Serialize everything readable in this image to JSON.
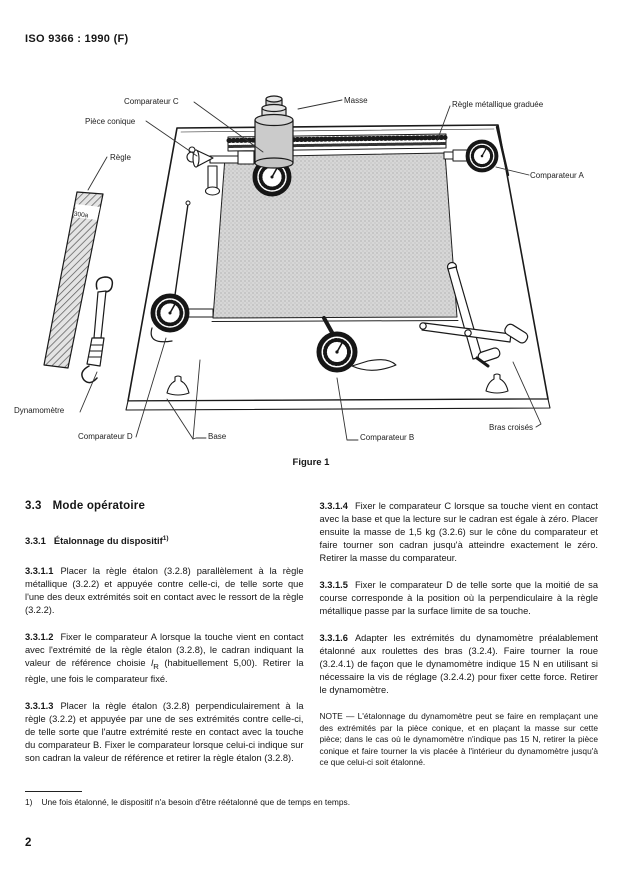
{
  "page": {
    "header": "ISO 9366 : 1990 (F)",
    "page_number": "2"
  },
  "figure": {
    "caption": "Figure 1",
    "ruler_marking": "300a",
    "labels": {
      "comparateur_c": "Comparateur C",
      "masse": "Masse",
      "regle_metallique_graduee": "Règle métallique graduée",
      "piece_conique": "Pièce conique",
      "regle": "Règle",
      "comparateur_a": "Comparateur A",
      "dynamometre": "Dynamomètre",
      "comparateur_d": "Comparateur D",
      "base": "Base",
      "comparateur_b": "Comparateur B",
      "bras_croises": "Bras croisés"
    }
  },
  "content": {
    "section_33": {
      "num": "3.3",
      "title": "Mode opératoire"
    },
    "section_331": {
      "num": "3.3.1",
      "title": "Étalonnage du dispositif",
      "footnote_ref": "1)"
    },
    "paragraphs": [
      {
        "num": "3.3.1.1",
        "text": "Placer la règle étalon (3.2.8) parallèlement à la règle métallique (3.2.2) et appuyée contre celle-ci, de telle sorte que l'une des deux extrémités soit en contact avec le ressort de la règle (3.2.2)."
      },
      {
        "num": "3.3.1.2",
        "text_a": "Fixer le comparateur A lorsque la touche vient en contact avec l'extrémité de la règle étalon (3.2.8), le cadran indiquant la valeur de référence choisie ",
        "var": "l",
        "var_sub": "R",
        "text_b": " (habituellement 5,00). Retirer la règle, une fois le comparateur fixé."
      },
      {
        "num": "3.3.1.3",
        "text": "Placer la règle étalon (3.2.8) perpendiculairement à la règle (3.2.2) et appuyée par une de ses extrémités contre celle-ci, de telle sorte que l'autre extrémité reste en contact avec la touche du comparateur B. Fixer le comparateur lorsque celui-ci indique sur son cadran la valeur de référence et retirer la règle étalon (3.2.8)."
      },
      {
        "num": "3.3.1.4",
        "text": "Fixer le comparateur C lorsque sa touche vient en contact avec la base et que la lecture sur le cadran est égale à zéro. Placer ensuite la masse de 1,5 kg (3.2.6) sur le cône du comparateur et faire tourner son cadran jusqu'à atteindre exactement le zéro. Retirer la masse du comparateur."
      },
      {
        "num": "3.3.1.5",
        "text": "Fixer le comparateur D de telle sorte que la moitié de sa course corresponde à la position où la perpendiculaire à la règle métallique passe par la surface limite de sa touche."
      },
      {
        "num": "3.3.1.6",
        "text": "Adapter les extrémités du dynamomètre préalablement étalonné aux roulettes des bras (3.2.4). Faire tourner la roue (3.2.4.1) de façon que le dynamomètre indique 15 N en utilisant si nécessaire la vis de réglage (3.2.4.2) pour fixer cette force. Retirer le dynamomètre."
      }
    ],
    "note": "NOTE — L'étalonnage du dynamomètre peut se faire en remplaçant une des extrémités par la pièce conique, et en plaçant la masse sur cette pièce; dans le cas où le dynamomètre n'indique pas 15 N, retirer la pièce conique et faire tourner la vis placée à l'intérieur du dynamomètre jusqu'à ce que celui-ci soit étalonné."
  },
  "footnote": {
    "marker": "1)",
    "text": "Une fois étalonné, le dispositif n'a besoin d'être réétalonné que de temps en temps."
  },
  "colors": {
    "ink": "#1a1a1a",
    "paper": "#ffffff",
    "plate_fill": "#d9d9d9"
  }
}
